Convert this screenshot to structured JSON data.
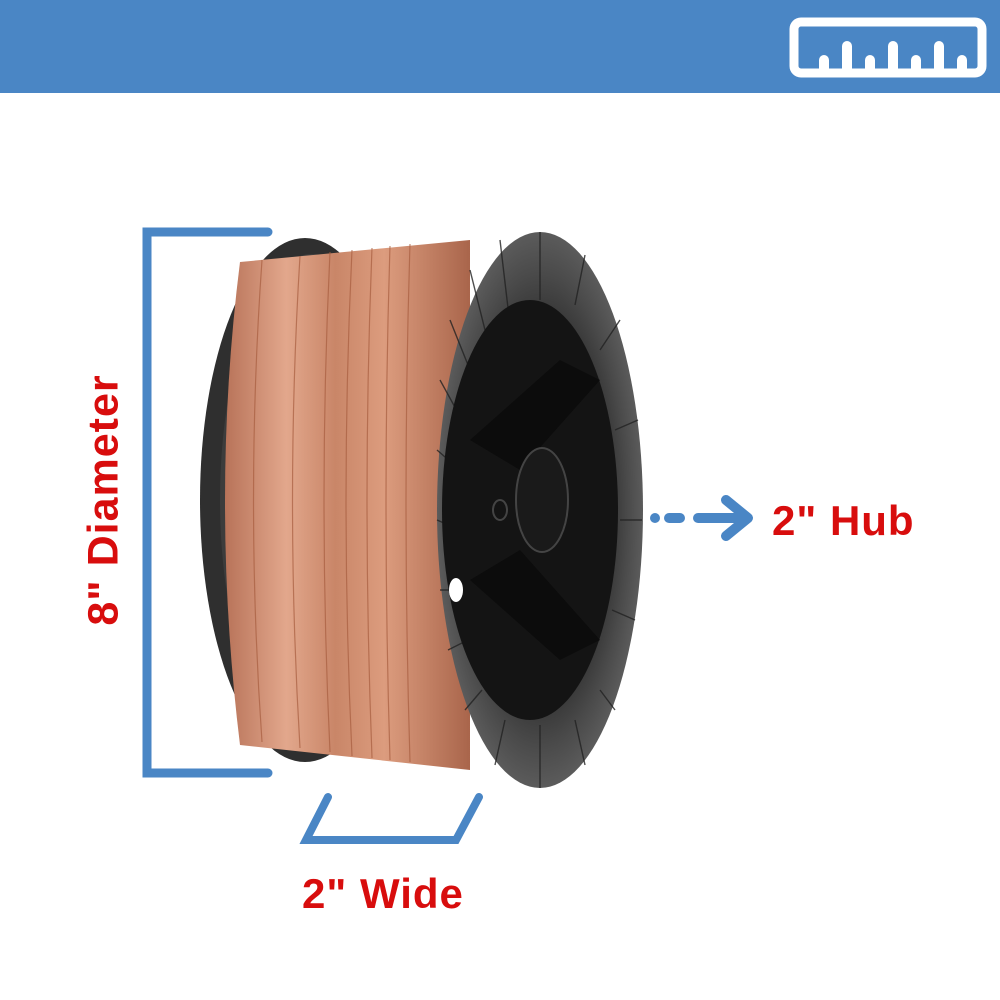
{
  "header": {
    "band_color": "#4a86c5",
    "icon": "ruler-icon"
  },
  "product": {
    "image": "copper-welding-wire-spool",
    "wire_color": "#d08a6a",
    "flange_color": "#3a3a3a"
  },
  "dimensions": {
    "diameter_label": "8\" Diameter",
    "hub_label": "2\" Hub",
    "width_label": "2\" Wide",
    "bracket_color": "#4a86c5",
    "text_color": "#d80d0d"
  }
}
